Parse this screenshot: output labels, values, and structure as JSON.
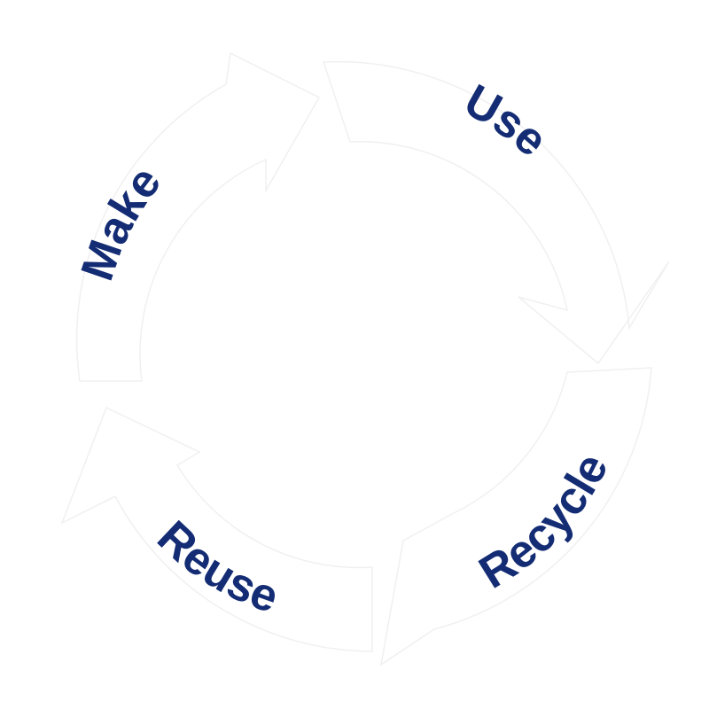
{
  "diagram": {
    "type": "cycle",
    "colors": {
      "label": "#132c74",
      "arrow_fill": "#ffffff",
      "arrow_outline": "#f0f0f0"
    },
    "stages": [
      {
        "label": "Make"
      },
      {
        "label": "Use"
      },
      {
        "label": "Recycle"
      },
      {
        "label": "Reuse"
      }
    ]
  }
}
